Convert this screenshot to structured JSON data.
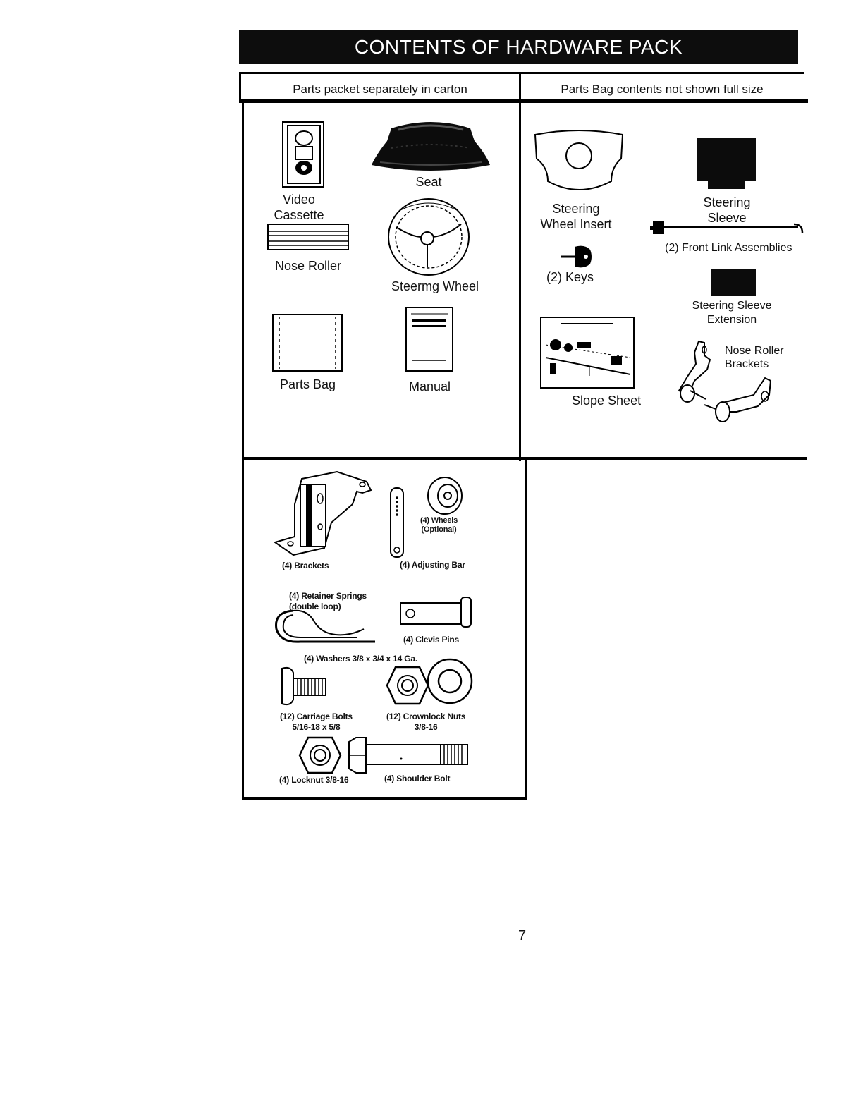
{
  "title": "CONTENTS OF HARDWARE PACK",
  "left_header": "Parts packet separately in carton",
  "right_header": "Parts Bag contents not shown full size",
  "carton_items": {
    "video_cassette": "Video\nCassette",
    "seat": "Seat",
    "nose_roller": "Nose Roller",
    "steering_wheel": "Steermg Wheel",
    "parts_bag": "Parts Bag",
    "manual": "Manual"
  },
  "bag_items": {
    "steering_wheel_insert": "Steering\nWheel Insert",
    "steering_sleeve": "Steering\nSleeve",
    "front_link_assemblies": "(2) Front Link Assemblies",
    "keys": "(2) Keys",
    "steering_sleeve_extension": "Steering Sleeve\nExtension",
    "nose_roller_brackets": "Nose Roller\nBrackets",
    "slope_sheet": "Slope Sheet"
  },
  "hardware_items": {
    "brackets": "(4) Brackets",
    "wheels": "(4) Wheels\n(Optional)",
    "adjusting_bar": "(4) Adjusting Bar",
    "retainer_springs": "(4)  Retainer Springs\n(double loop)",
    "clevis_pins": "(4) Clevis Pins",
    "washers": "(4) Washers 3/8 x 3/4 x 14 Ga.",
    "carriage_bolts": "(12) Carriage Bolts\n5/16-18 x 5/8",
    "crownlock_nuts": "(12) Crownlock Nuts\n3/8-16",
    "locknut": "(4) Locknut  3/8-16",
    "shoulder_bolt": "(4) Shoulder Bolt"
  },
  "page_number": "7"
}
